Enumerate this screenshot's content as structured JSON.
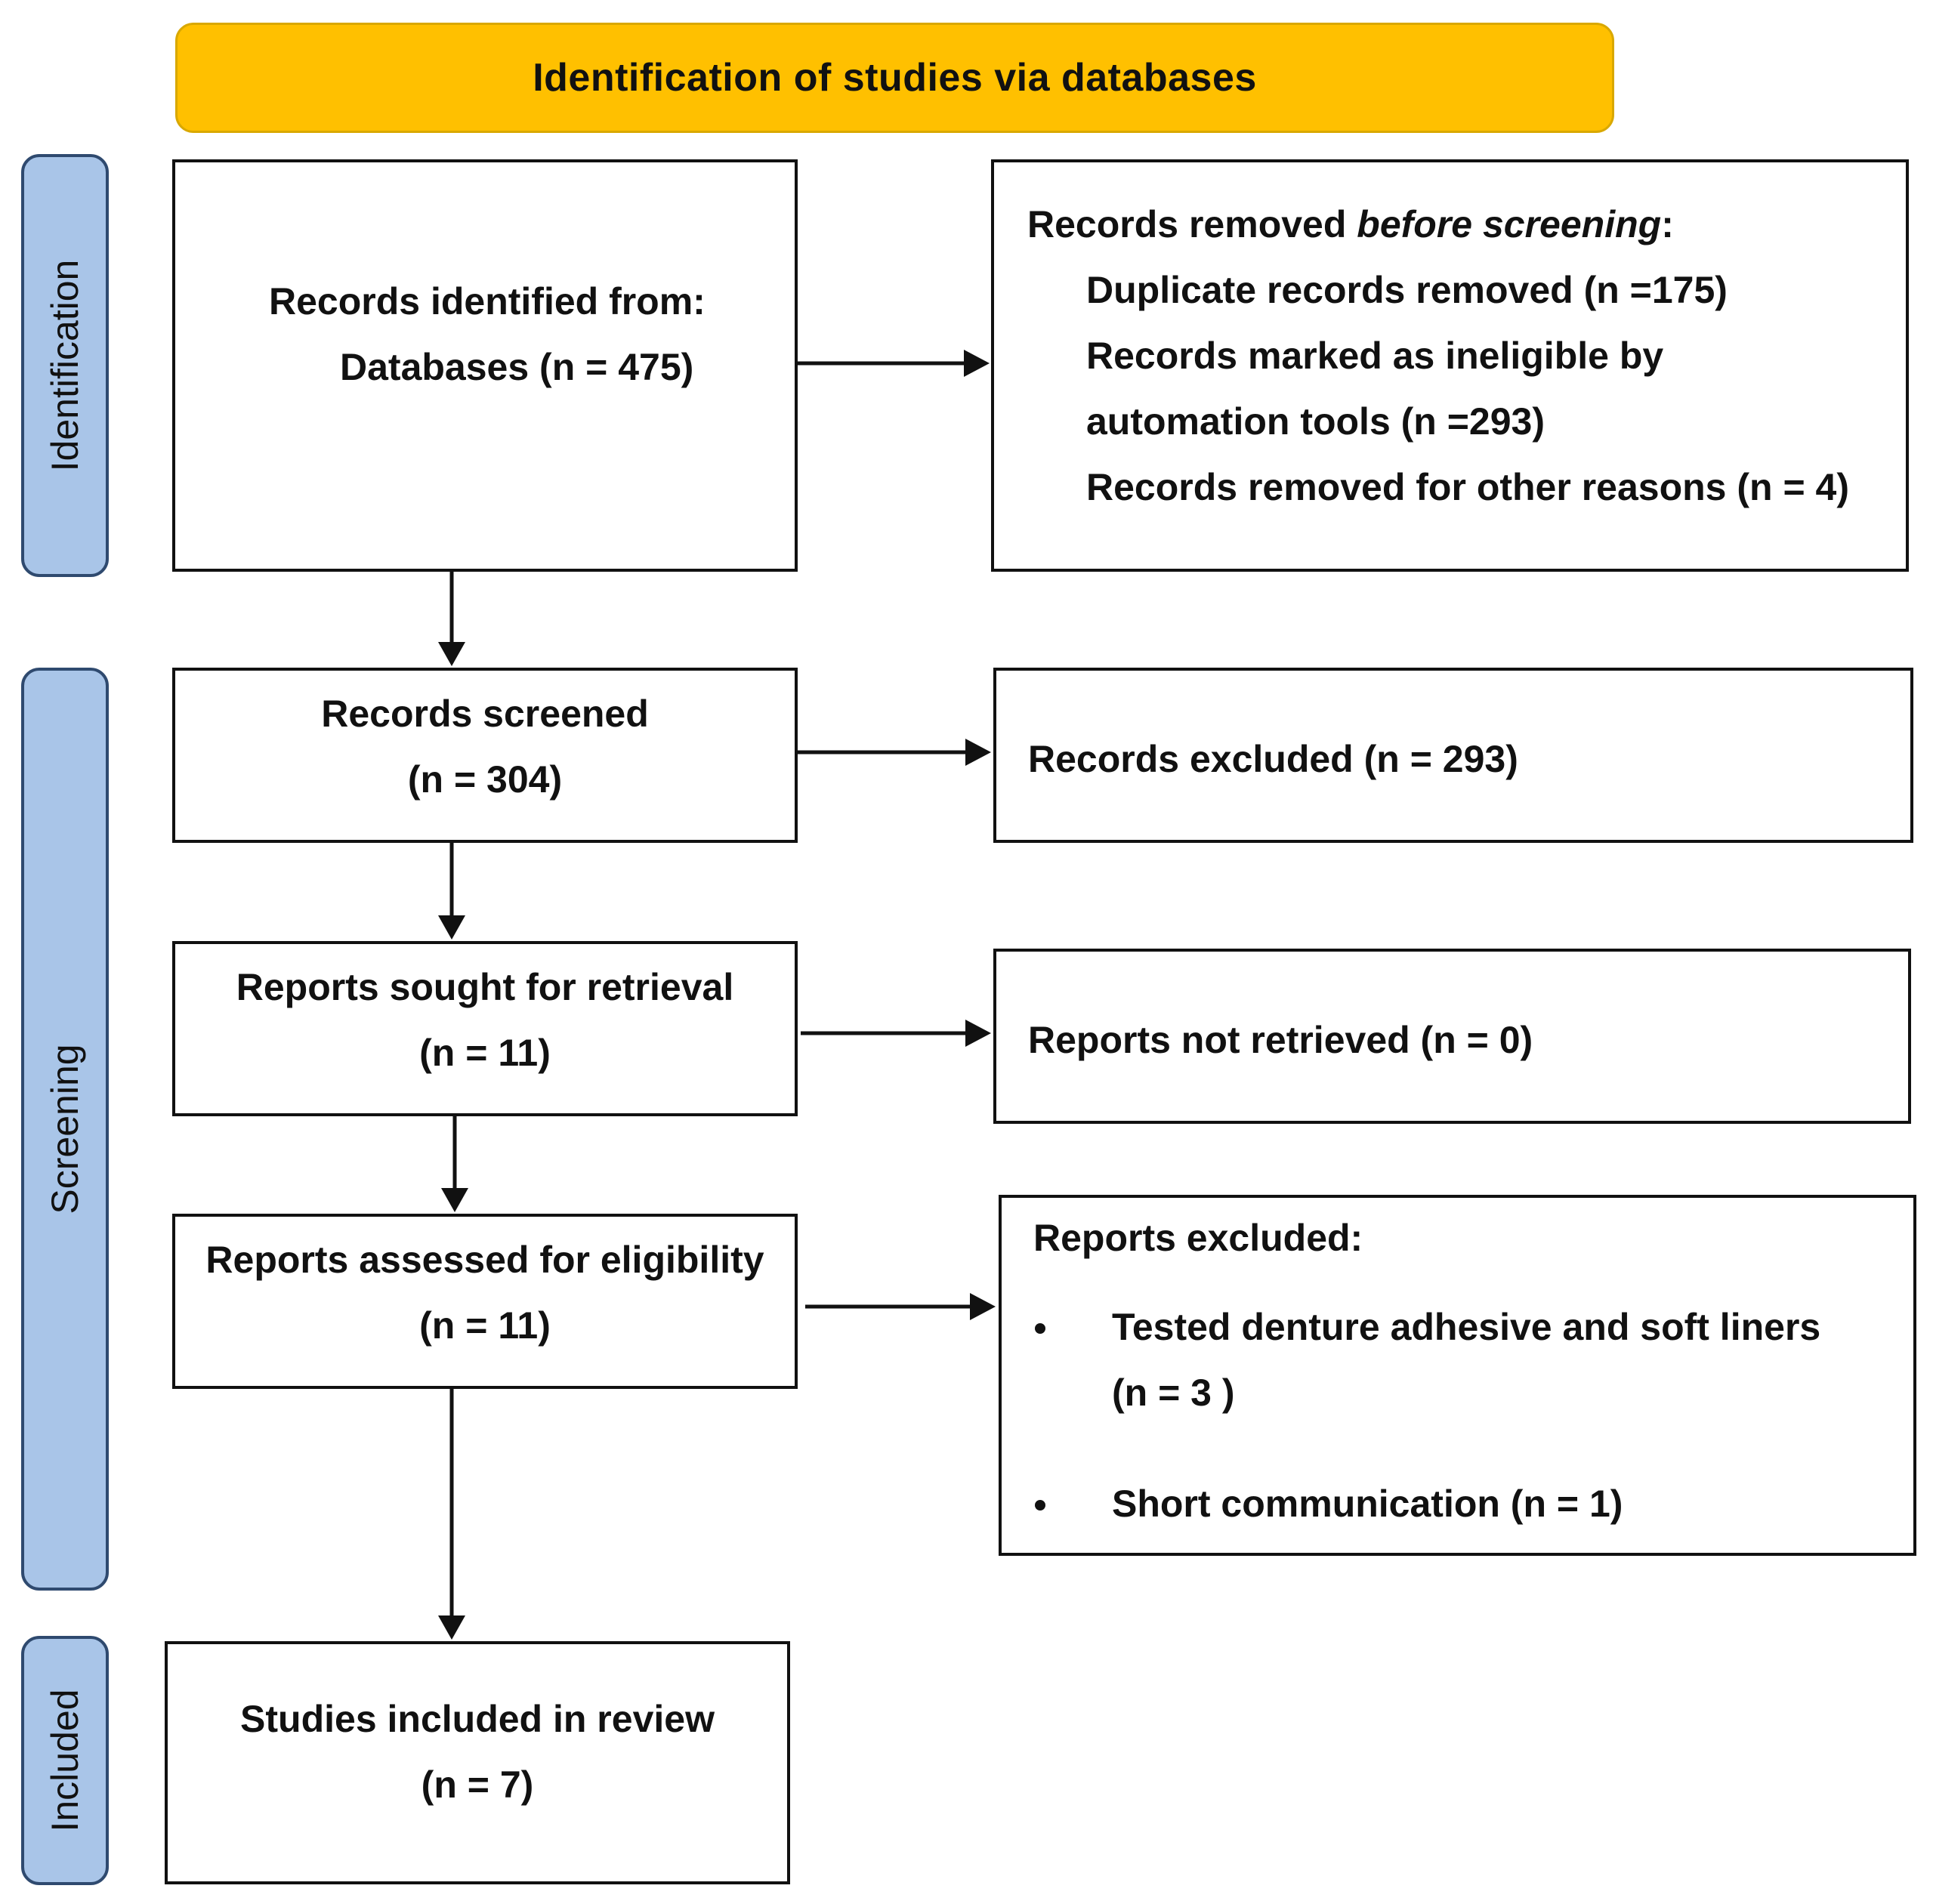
{
  "colors": {
    "banner_fill": "#ffc000",
    "phase_fill": "#a9c5e8",
    "box_border": "#111111",
    "arrow": "#111111"
  },
  "banner": {
    "title": "Identification of studies via databases"
  },
  "phases": {
    "identification": "Identification",
    "screening": "Screening",
    "included": "Included"
  },
  "boxes": {
    "identified": {
      "line1": "Records identified from:",
      "line2": "Databases (n = 475)"
    },
    "removed_before_screening": {
      "heading_prefix": "Records removed ",
      "heading_italic": "before screening",
      "heading_suffix": ":",
      "items": [
        "Duplicate records removed (n =175)",
        "Records marked as ineligible by",
        "automation tools (n =293)",
        "Records removed for other reasons (n = 4)"
      ]
    },
    "screened": {
      "line1": "Records screened",
      "line2": "(n = 304)"
    },
    "excluded": {
      "line1": "Records excluded (n = 293)"
    },
    "sought": {
      "line1": "Reports sought for retrieval",
      "line2": "(n = 11)"
    },
    "not_retrieved": {
      "line1": "Reports not retrieved (n = 0)"
    },
    "assessed": {
      "line1": "Reports assessed for eligibility",
      "line2": "(n = 11)"
    },
    "reports_excluded": {
      "heading": "Reports excluded:",
      "bullet1_line1": "Tested denture adhesive and soft liners",
      "bullet1_line2": "(n = 3 )",
      "bullet2": "Short communication (n = 1)"
    },
    "included_studies": {
      "line1": "Studies included in review",
      "line2": "(n = 7)"
    }
  }
}
